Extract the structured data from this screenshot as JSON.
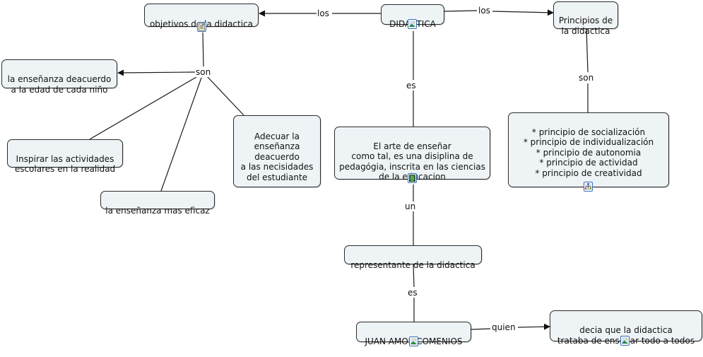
{
  "map_title": "DIDACTICA",
  "nodes": {
    "didactica": "DIDACTICA",
    "objetivos": "objetivos de la didactica",
    "principios": "Principios de\nla didactica",
    "ensenanza_edad": "la enseñanza deacuerdo\na la edad de cada niño",
    "inspirar": "Inspirar las actividades\nescolares en la realidad",
    "adecuar": "Adecuar la\nenseñanza\ndeacuerdo\na las necisidades\ndel estudiante",
    "eficaz": "la enseñanza mas eficaz",
    "arte": "El arte de enseñar\ncomo tal, es una disiplina de\npedagógia, inscrita en las ciencias\nde la educacion",
    "lista_principios": "* principio de socialización\n* principio de individualización\n* principio de autonomia\n* principio de actividad\n* principio de creatividad",
    "representante": "representante de la didactica",
    "comenius": "JUAN AMOS COMENIOS",
    "decia": "decia que la didactica\ntrataba de enseñar todo a todos"
  },
  "link_labels": {
    "los_left": "los",
    "los_right": "los",
    "son_left": "son",
    "son_right": "son",
    "es_top": "es",
    "un": "un",
    "es_bottom": "es",
    "quien": "quien"
  },
  "resource_icons": {
    "objetivos": "document-icon",
    "didactica": "image-icon",
    "arte": "video-icon",
    "lista_principios": "concept-map-icon",
    "comenius": "image-icon",
    "decia": "image-icon"
  },
  "colors": {
    "node_fill": "#eef3f6",
    "node_border": "#2b2b2b",
    "line": "#1a1a1a"
  }
}
